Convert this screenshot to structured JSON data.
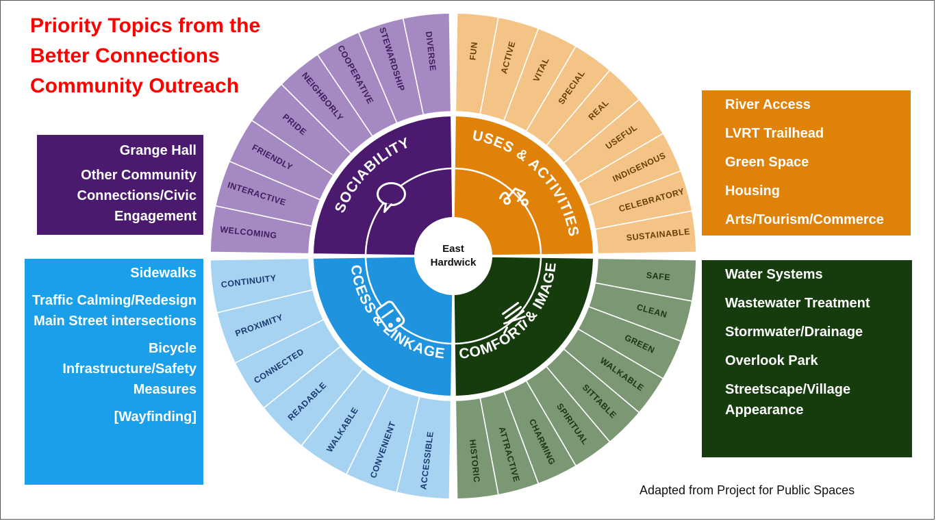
{
  "title_lines": [
    "Priority Topics from the",
    "Better Connections",
    "Community Outreach"
  ],
  "center": {
    "line1": "East",
    "line2": "Hardwick"
  },
  "colors": {
    "title": "#ff0000",
    "sociability_inner": "#4b1a6e",
    "sociability_outer": "#a589c2",
    "uses_inner": "#e08208",
    "uses_outer": "#f4c487",
    "access_inner": "#1f93dd",
    "access_outer": "#a6d3f1",
    "comfort_inner": "#163c0d",
    "comfort_outer": "#7b9773",
    "box_sociability": "#4b1a6e",
    "box_access": "#1aa0ea",
    "box_uses": "#e08208",
    "box_comfort": "#163c0d"
  },
  "quadrants": [
    {
      "id": "sociability",
      "label": "SOCIABILITY",
      "icon": "speech-bubble-icon",
      "attributes": [
        "WELCOMING",
        "INTERACTIVE",
        "FRIENDLY",
        "PRIDE",
        "NEIGHBORLY",
        "COOPERATIVE",
        "STEWARDSHIP",
        "DIVERSE"
      ]
    },
    {
      "id": "uses",
      "label": "USES & ACTIVITIES",
      "icon": "music-note-icon",
      "attributes": [
        "FUN",
        "ACTIVE",
        "VITAL",
        "SPECIAL",
        "REAL",
        "USEFUL",
        "INDIGENOUS",
        "CELEBRATORY",
        "SUSTAINABLE"
      ]
    },
    {
      "id": "comfort",
      "label": "COMFORT & IMAGE",
      "icon": "bench-icon",
      "attributes": [
        "SAFE",
        "CLEAN",
        "GREEN",
        "WALKABLE",
        "SITTABLE",
        "SPIRITUAL",
        "CHARMING",
        "ATTRACTIVE",
        "HISTORIC"
      ]
    },
    {
      "id": "access",
      "label": "ACCESS & LINKAGES",
      "icon": "bus-icon",
      "attributes": [
        "ACCESSIBLE",
        "CONVENIENT",
        "WALKABLE",
        "READABLE",
        "CONNECTED",
        "PROXIMITY",
        "CONTINUITY"
      ]
    }
  ],
  "boxes": {
    "sociability": [
      "Grange Hall",
      "Other Community Connections/Civic Engagement"
    ],
    "access": [
      "Sidewalks",
      "Traffic Calming/Redesign Main Street intersections",
      "Bicycle Infrastructure/Safety Measures",
      "[Wayfinding]"
    ],
    "uses": [
      "River Access",
      "LVRT Trailhead",
      "Green Space",
      "Housing",
      "Arts/Tourism/Commerce"
    ],
    "comfort": [
      "Water Systems",
      "Wastewater Treatment",
      "Stormwater/Drainage",
      "Overlook Park",
      "Streetscape/Village Appearance"
    ]
  },
  "credit": "Adapted from Project for Public Spaces"
}
